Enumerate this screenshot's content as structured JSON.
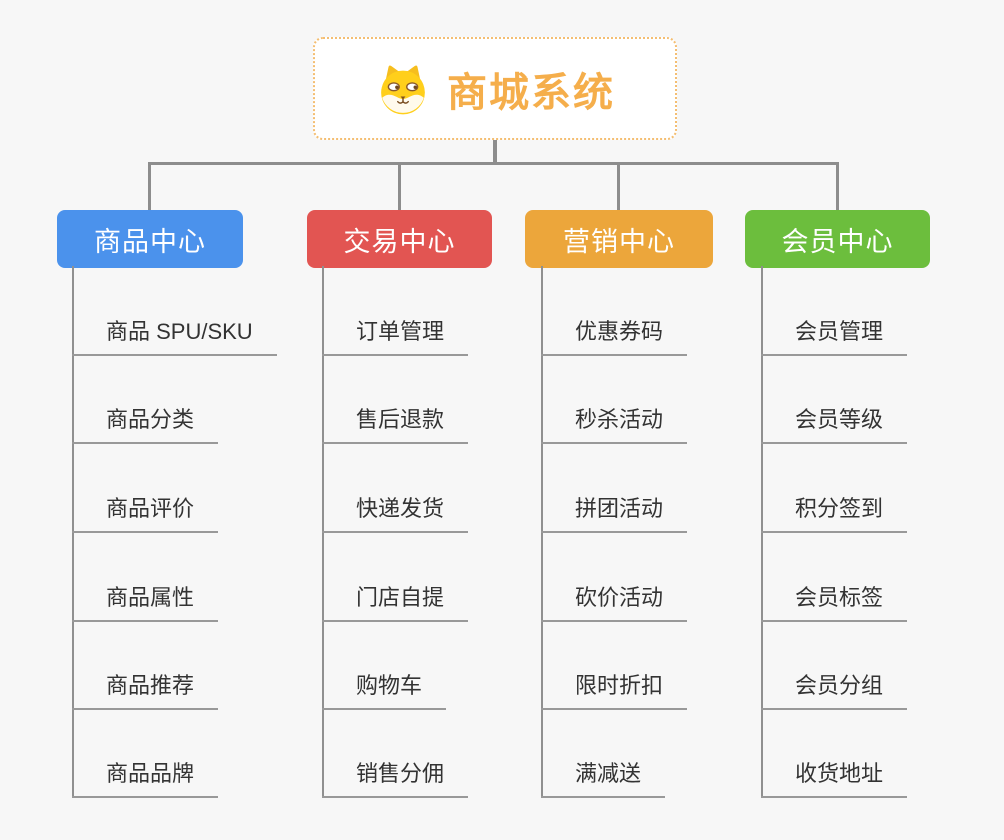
{
  "root": {
    "title": "商城系统",
    "icon": "dog-face-icon"
  },
  "branches": [
    {
      "label": "商品中心",
      "color": "#4B92EC",
      "items": [
        "商品 SPU/SKU",
        "商品分类",
        "商品评价",
        "商品属性",
        "商品推荐",
        "商品品牌"
      ]
    },
    {
      "label": "交易中心",
      "color": "#E25552",
      "items": [
        "订单管理",
        "售后退款",
        "快递发货",
        "门店自提",
        "购物车",
        "销售分佣"
      ]
    },
    {
      "label": "营销中心",
      "color": "#ECA63B",
      "items": [
        "优惠券码",
        "秒杀活动",
        "拼团活动",
        "砍价活动",
        "限时折扣",
        "满减送"
      ]
    },
    {
      "label": "会员中心",
      "color": "#6CBE3D",
      "items": [
        "会员管理",
        "会员等级",
        "积分签到",
        "会员标签",
        "会员分组",
        "收货地址"
      ]
    }
  ],
  "palette": {
    "background": "#F7F7F7",
    "root_border": "#F4BE72",
    "root_text": "#F5AE4B",
    "connector": "#8D8D8D",
    "leaf_line": "#999999",
    "leaf_text": "#333333"
  }
}
